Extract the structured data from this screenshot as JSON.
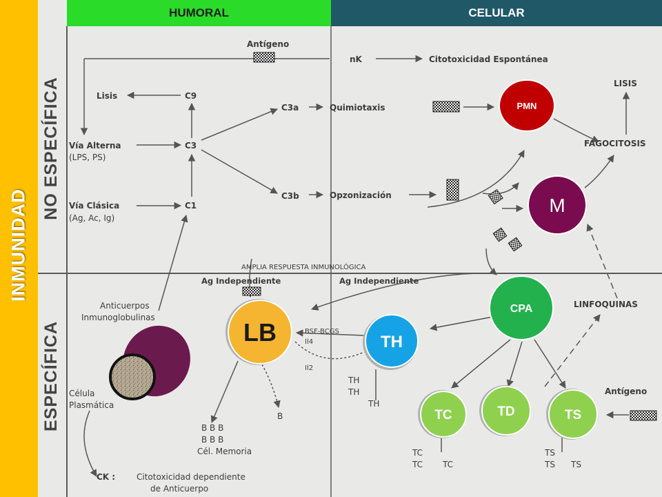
{
  "sidebar": {
    "label": "INMUNIDAD"
  },
  "header": {
    "humoral": "HUMORAL",
    "celular": "CELULAR"
  },
  "sections": {
    "no_especifica": "NO ESPECÍFICA",
    "especifica": "ESPECÍFICA"
  },
  "labels": {
    "antigeno_top": "Antígeno",
    "nk": "nK",
    "citotoxicidad_espontanea": "Citotoxicidad  Espontánea",
    "lisis": "Lisis",
    "c9": "C9",
    "c3a": "C3a",
    "quimiotaxis": "Quimiotaxis",
    "lisis_caps": "LISIS",
    "via_alterna": "Vía  Alterna",
    "lps_ps": "(LPS, PS)",
    "c3": "C3",
    "fagocitosis": "FAGOCITOSIS",
    "c3b": "C3b",
    "opzonizacion": "Opzonización",
    "via_clasica": "Vía  Clásica",
    "ag_ac_ig": "(Ag, Ac, Ig)",
    "c1": "C1",
    "amplia_respuesta": "AMPLIA  RESPUESTA  INMUNOLÓGICA",
    "ag_independiente_1": "Ag Independiente",
    "ag_independiente_2": "Ag Independiente",
    "anticuerpos": "Anticuerpos",
    "inmunoglobulinas": "Inmunoglobulinas",
    "linfoquinas": "LINFOQUINAS",
    "bsf_bcgs": "BSF-BCGS",
    "il4": "Il4",
    "il2": "Il2",
    "th_1": "TH",
    "th_2": "TH",
    "th_3": "TH",
    "antigeno_bottom": "Antígeno",
    "celula": "Célula",
    "plasmatica": "Plasmática",
    "b_row1": "B  B  B",
    "b_row2": "B  B B",
    "b_single": "B",
    "cel_memoria": "Cél. Memoria",
    "tc_1": "TC",
    "tc_2": "TC",
    "tc_3": "TC",
    "ts_1": "TS",
    "ts_2": "TS",
    "ts_3": "TS",
    "ck": "CK :",
    "citotoxicidad_dependiente": "Citotoxicidad dependiente",
    "de_anticuerpo": "de Anticuerpo"
  },
  "cells": {
    "pmn": "PMN",
    "m": "M",
    "cpa": "CPA",
    "lb": "LB",
    "th": "TH",
    "tc": "TC",
    "td": "TD",
    "ts": "TS"
  },
  "colors": {
    "sidebar": "#ffc000",
    "humoral": "#2adb2a",
    "celular": "#215868",
    "pmn": "#c00000",
    "macrophage": "#7a0b4e",
    "cpa": "#23b14d",
    "lb": "#f5b530",
    "th": "#16a3e5",
    "t_small": "#8fd14f",
    "plasma_cell": "#6b1a4e"
  }
}
